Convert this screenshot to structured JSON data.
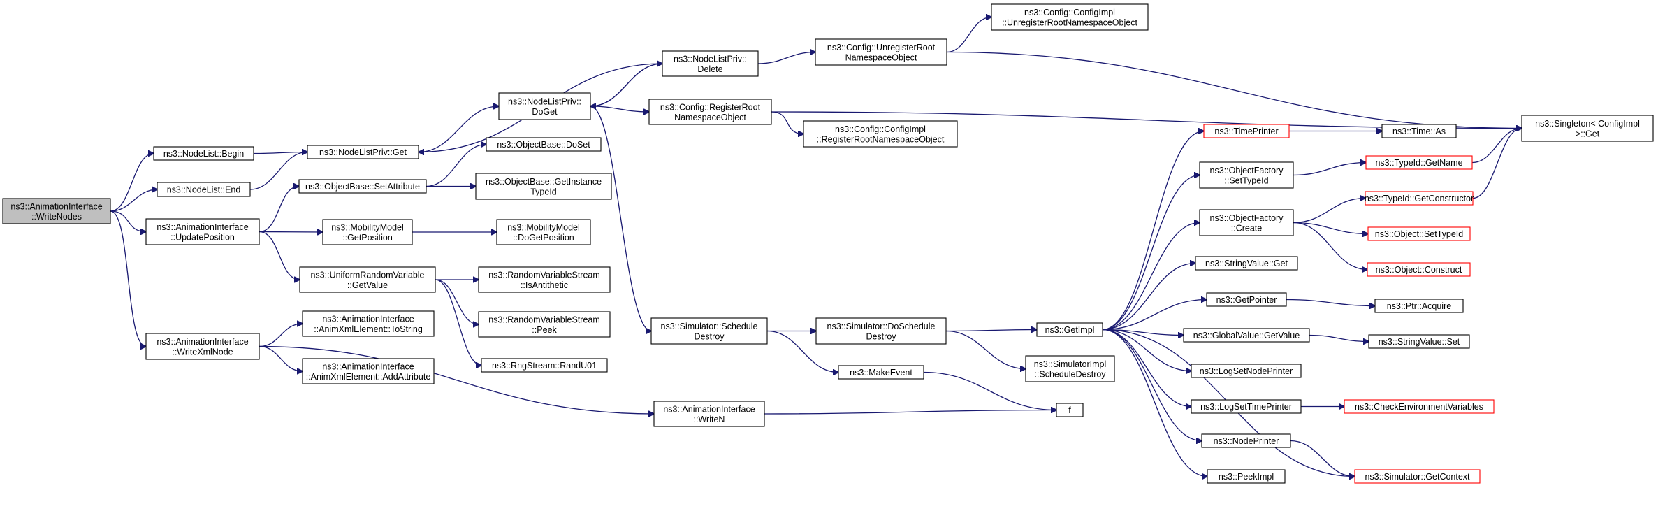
{
  "colors": {
    "edge": "#191970",
    "normal_border": "#000000",
    "truncated_border": "#ff0000",
    "root_fill": "#bfbfbf",
    "node_fill": "#ffffff"
  },
  "nodes": [
    {
      "id": "root",
      "lines": [
        "ns3::AnimationInterface",
        "::WriteNodes"
      ],
      "kind": "root"
    },
    {
      "id": "nl_begin",
      "lines": [
        "ns3::NodeList::Begin"
      ],
      "kind": "normal"
    },
    {
      "id": "nl_end",
      "lines": [
        "ns3::NodeList::End"
      ],
      "kind": "normal"
    },
    {
      "id": "ai_update",
      "lines": [
        "ns3::AnimationInterface",
        "::UpdatePosition"
      ],
      "kind": "normal"
    },
    {
      "id": "ai_writexml",
      "lines": [
        "ns3::AnimationInterface",
        "::WriteXmlNode"
      ],
      "kind": "normal"
    },
    {
      "id": "nlp_get",
      "lines": [
        "ns3::NodeListPriv::Get"
      ],
      "kind": "normal"
    },
    {
      "id": "ob_setattr",
      "lines": [
        "ns3::ObjectBase::SetAttribute"
      ],
      "kind": "normal"
    },
    {
      "id": "mm_getpos",
      "lines": [
        "ns3::MobilityModel",
        "::GetPosition"
      ],
      "kind": "normal"
    },
    {
      "id": "urv_getvalue",
      "lines": [
        "ns3::UniformRandomVariable",
        "::GetValue"
      ],
      "kind": "normal"
    },
    {
      "id": "axe_tostring",
      "lines": [
        "ns3::AnimationInterface",
        "::AnimXmlElement::ToString"
      ],
      "kind": "normal"
    },
    {
      "id": "axe_addattr",
      "lines": [
        "ns3::AnimationInterface",
        "::AnimXmlElement::AddAttribute"
      ],
      "kind": "normal"
    },
    {
      "id": "nlp_doget",
      "lines": [
        "ns3::NodeListPriv::",
        "DoGet"
      ],
      "kind": "normal"
    },
    {
      "id": "ob_doset",
      "lines": [
        "ns3::ObjectBase::DoSet"
      ],
      "kind": "normal"
    },
    {
      "id": "ob_getinst",
      "lines": [
        "ns3::ObjectBase::GetInstance",
        "TypeId"
      ],
      "kind": "normal"
    },
    {
      "id": "mm_dogetpos",
      "lines": [
        "ns3::MobilityModel",
        "::DoGetPosition"
      ],
      "kind": "normal"
    },
    {
      "id": "rvs_isanti",
      "lines": [
        "ns3::RandomVariableStream",
        "::IsAntithetic"
      ],
      "kind": "normal"
    },
    {
      "id": "rvs_peek",
      "lines": [
        "ns3::RandomVariableStream",
        "::Peek"
      ],
      "kind": "normal"
    },
    {
      "id": "rng_randu01",
      "lines": [
        "ns3::RngStream::RandU01"
      ],
      "kind": "normal"
    },
    {
      "id": "nlp_delete",
      "lines": [
        "ns3::NodeListPriv::",
        "Delete"
      ],
      "kind": "normal"
    },
    {
      "id": "cfg_regroot",
      "lines": [
        "ns3::Config::RegisterRoot",
        "NamespaceObject"
      ],
      "kind": "normal"
    },
    {
      "id": "sim_schedule_destroy",
      "lines": [
        "ns3::Simulator::Schedule",
        "Destroy"
      ],
      "kind": "normal"
    },
    {
      "id": "ai_writen",
      "lines": [
        "ns3::AnimationInterface",
        "::WriteN"
      ],
      "kind": "normal"
    },
    {
      "id": "cfg_unregroot",
      "lines": [
        "ns3::Config::UnregisterRoot",
        "NamespaceObject"
      ],
      "kind": "normal"
    },
    {
      "id": "cfgimpl_unreg",
      "lines": [
        "ns3::Config::ConfigImpl",
        "::UnregisterRootNamespaceObject"
      ],
      "kind": "normal"
    },
    {
      "id": "cfgimpl_reg",
      "lines": [
        "ns3::Config::ConfigImpl",
        "::RegisterRootNamespaceObject"
      ],
      "kind": "normal"
    },
    {
      "id": "sim_doschedule_destroy",
      "lines": [
        "ns3::Simulator::DoSchedule",
        "Destroy"
      ],
      "kind": "normal"
    },
    {
      "id": "make_event",
      "lines": [
        "ns3::MakeEvent"
      ],
      "kind": "normal"
    },
    {
      "id": "get_impl",
      "lines": [
        "ns3::GetImpl"
      ],
      "kind": "normal"
    },
    {
      "id": "simimpl_schedule_destroy",
      "lines": [
        "ns3::SimulatorImpl",
        "::ScheduleDestroy"
      ],
      "kind": "normal"
    },
    {
      "id": "f",
      "lines": [
        "f"
      ],
      "kind": "normal"
    },
    {
      "id": "time_printer",
      "lines": [
        "ns3::TimePrinter"
      ],
      "kind": "truncated"
    },
    {
      "id": "of_settypeid",
      "lines": [
        "ns3::ObjectFactory",
        "::SetTypeId"
      ],
      "kind": "normal"
    },
    {
      "id": "of_create",
      "lines": [
        "ns3::ObjectFactory",
        "::Create"
      ],
      "kind": "normal"
    },
    {
      "id": "sv_get",
      "lines": [
        "ns3::StringValue::Get"
      ],
      "kind": "normal"
    },
    {
      "id": "get_pointer",
      "lines": [
        "ns3::GetPointer"
      ],
      "kind": "normal"
    },
    {
      "id": "gv_getvalue",
      "lines": [
        "ns3::GlobalValue::GetValue"
      ],
      "kind": "normal"
    },
    {
      "id": "log_setnodeprinter",
      "lines": [
        "ns3::LogSetNodePrinter"
      ],
      "kind": "normal"
    },
    {
      "id": "log_settimeprinter",
      "lines": [
        "ns3::LogSetTimePrinter"
      ],
      "kind": "normal"
    },
    {
      "id": "node_printer",
      "lines": [
        "ns3::NodePrinter"
      ],
      "kind": "normal"
    },
    {
      "id": "peek_impl",
      "lines": [
        "ns3::PeekImpl"
      ],
      "kind": "normal"
    },
    {
      "id": "time_as",
      "lines": [
        "ns3::Time::As"
      ],
      "kind": "normal"
    },
    {
      "id": "typeid_getname",
      "lines": [
        "ns3::TypeId::GetName"
      ],
      "kind": "truncated"
    },
    {
      "id": "typeid_getconstructor",
      "lines": [
        "ns3::TypeId::GetConstructor"
      ],
      "kind": "truncated"
    },
    {
      "id": "obj_settypeid",
      "lines": [
        "ns3::Object::SetTypeId"
      ],
      "kind": "truncated"
    },
    {
      "id": "obj_construct",
      "lines": [
        "ns3::Object::Construct"
      ],
      "kind": "truncated"
    },
    {
      "id": "ptr_acquire",
      "lines": [
        "ns3::Ptr::Acquire"
      ],
      "kind": "normal"
    },
    {
      "id": "sv_set",
      "lines": [
        "ns3::StringValue::Set"
      ],
      "kind": "normal"
    },
    {
      "id": "check_env",
      "lines": [
        "ns3::CheckEnvironmentVariables"
      ],
      "kind": "truncated"
    },
    {
      "id": "sim_getcontext",
      "lines": [
        "ns3::Simulator::GetContext"
      ],
      "kind": "truncated"
    },
    {
      "id": "singleton_get",
      "lines": [
        "ns3::Singleton< ConfigImpl",
        " >::Get"
      ],
      "kind": "normal"
    }
  ],
  "edges": [
    [
      "root",
      "nl_begin"
    ],
    [
      "root",
      "nl_end"
    ],
    [
      "root",
      "ai_update"
    ],
    [
      "root",
      "ai_writexml"
    ],
    [
      "nl_begin",
      "nlp_get"
    ],
    [
      "nl_end",
      "nlp_get"
    ],
    [
      "ai_update",
      "ob_setattr"
    ],
    [
      "ai_update",
      "mm_getpos"
    ],
    [
      "ai_update",
      "urv_getvalue"
    ],
    [
      "ai_writexml",
      "axe_tostring"
    ],
    [
      "ai_writexml",
      "axe_addattr"
    ],
    [
      "ai_writexml",
      "ai_writen"
    ],
    [
      "nlp_get",
      "nlp_doget"
    ],
    [
      "nlp_doget",
      "nlp_delete"
    ],
    [
      "nlp_delete",
      "nlp_doget"
    ],
    [
      "nlp_delete",
      "nlp_get"
    ],
    [
      "nlp_delete",
      "cfg_unregroot"
    ],
    [
      "nlp_doget",
      "cfg_regroot"
    ],
    [
      "nlp_doget",
      "sim_schedule_destroy"
    ],
    [
      "cfg_unregroot",
      "cfgimpl_unreg"
    ],
    [
      "cfg_unregroot",
      "singleton_get"
    ],
    [
      "cfg_regroot",
      "cfgimpl_reg"
    ],
    [
      "cfg_regroot",
      "singleton_get"
    ],
    [
      "ob_setattr",
      "ob_doset"
    ],
    [
      "ob_setattr",
      "ob_getinst"
    ],
    [
      "mm_getpos",
      "mm_dogetpos"
    ],
    [
      "urv_getvalue",
      "rvs_isanti"
    ],
    [
      "urv_getvalue",
      "rvs_peek"
    ],
    [
      "urv_getvalue",
      "rng_randu01"
    ],
    [
      "sim_schedule_destroy",
      "sim_doschedule_destroy"
    ],
    [
      "sim_schedule_destroy",
      "make_event"
    ],
    [
      "sim_doschedule_destroy",
      "get_impl"
    ],
    [
      "sim_doschedule_destroy",
      "simimpl_schedule_destroy"
    ],
    [
      "make_event",
      "f"
    ],
    [
      "ai_writen",
      "f"
    ],
    [
      "get_impl",
      "time_printer"
    ],
    [
      "get_impl",
      "of_settypeid"
    ],
    [
      "get_impl",
      "of_create"
    ],
    [
      "get_impl",
      "sv_get"
    ],
    [
      "get_impl",
      "get_pointer"
    ],
    [
      "get_impl",
      "gv_getvalue"
    ],
    [
      "get_impl",
      "log_setnodeprinter"
    ],
    [
      "get_impl",
      "log_settimeprinter"
    ],
    [
      "get_impl",
      "node_printer"
    ],
    [
      "get_impl",
      "peek_impl"
    ],
    [
      "get_impl",
      "sim_getcontext"
    ],
    [
      "time_printer",
      "time_as"
    ],
    [
      "of_settypeid",
      "typeid_getname"
    ],
    [
      "of_create",
      "typeid_getconstructor"
    ],
    [
      "of_create",
      "obj_settypeid"
    ],
    [
      "of_create",
      "obj_construct"
    ],
    [
      "typeid_getname",
      "singleton_get"
    ],
    [
      "typeid_getconstructor",
      "singleton_get"
    ],
    [
      "get_pointer",
      "ptr_acquire"
    ],
    [
      "gv_getvalue",
      "sv_set"
    ],
    [
      "log_settimeprinter",
      "check_env"
    ],
    [
      "node_printer",
      "sim_getcontext"
    ]
  ]
}
